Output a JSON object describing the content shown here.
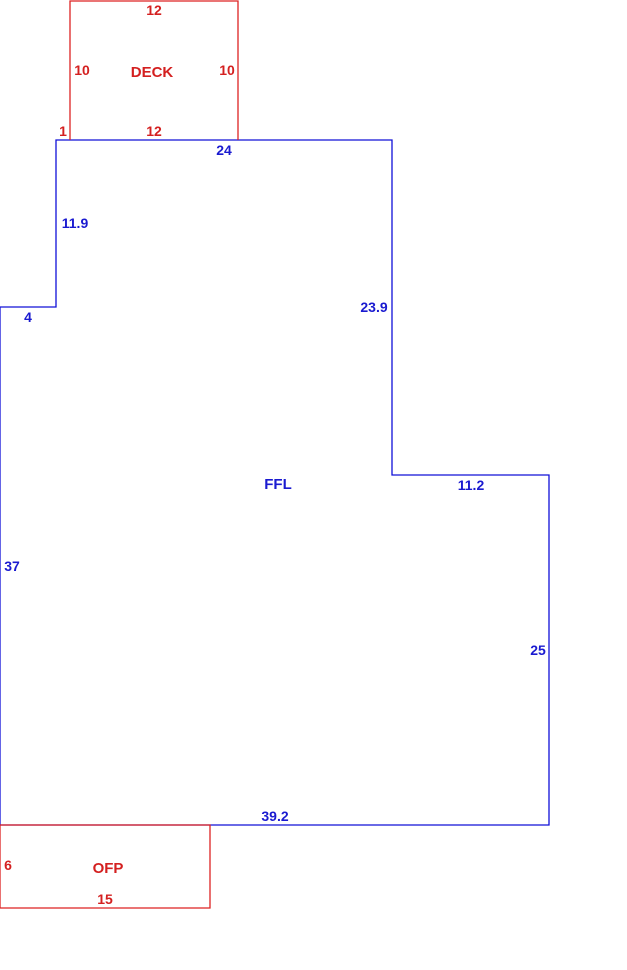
{
  "colors": {
    "main": "#0000cc",
    "annex": "#dd1111"
  },
  "deck": {
    "name": "DECK",
    "top": "12",
    "bottom": "12",
    "left": "10",
    "right": "10",
    "offset": "1"
  },
  "ffl": {
    "name": "FFL",
    "top": "24",
    "left_upper": "11.9",
    "step": "4",
    "right_upper": "23.9",
    "step_right": "11.2",
    "left": "37",
    "right_lower": "25",
    "bottom": "39.2"
  },
  "ofp": {
    "name": "OFP",
    "left": "6",
    "bottom": "15"
  }
}
